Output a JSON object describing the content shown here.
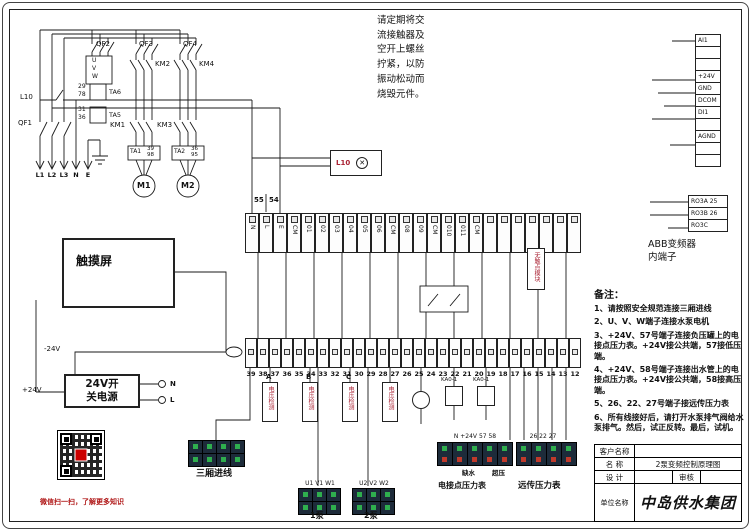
{
  "header_note": "请定期将交流接触器及空开上螺丝拧紧，以防振动松动而烧毁元件。",
  "circuit": {
    "qf1": "QF1",
    "qf2": "QF2",
    "qf3": "QF3",
    "qf4": "QF4",
    "km1": "KM1",
    "km2": "KM2",
    "km3": "KM3",
    "km4": "KM4",
    "ta6": {
      "n": "TA6",
      "a": "29",
      "b": "78"
    },
    "ta5": {
      "n": "TA5",
      "a": "31",
      "b": "36"
    },
    "ta1": {
      "n": "TA1",
      "a": "39",
      "b": "98"
    },
    "ta2": {
      "n": "TA2",
      "a": "36",
      "b": "95"
    },
    "l10": "L10",
    "lamp": "L10",
    "lamp_icon": "✕",
    "u": "U",
    "v": "V",
    "w": "W",
    "m1": "M1",
    "m2": "M2",
    "w55": "55",
    "w54": "54",
    "phases": [
      "L1",
      "L2",
      "L3",
      "N",
      "E"
    ]
  },
  "touchscreen_label": "触摸屏",
  "psu": {
    "l1": "24V开",
    "l2": "关电源",
    "n": "N",
    "l": "L",
    "neg": "-24V",
    "pos": "+24V"
  },
  "qr_caption": "微信扫一扫，了解更多知识",
  "incoming_label": "三厢进线",
  "pumps": {
    "g1": "U1 V1 W1",
    "g2": "U2 V2 W2",
    "n1": "1泵",
    "n2": "2泵"
  },
  "pressure": {
    "lt": "N +24V 57 58",
    "rt": "26 22 27",
    "low": "缺水",
    "high": "超压",
    "lname": "电接点压力表",
    "rname": "远传压力表"
  },
  "upper_strip": [
    "N",
    "L",
    "E",
    "CM",
    "01",
    "02",
    "03",
    "04",
    "05",
    "06",
    "CM",
    "08",
    "09",
    "CM",
    "010",
    "011",
    "CM",
    "",
    "",
    "",
    "",
    "",
    "",
    ""
  ],
  "lower_strip": [
    "39",
    "38",
    "37",
    "36",
    "35",
    "34",
    "33",
    "32",
    "31",
    "30",
    "29",
    "28",
    "27",
    "26",
    "25",
    "24",
    "23",
    "22",
    "21",
    "20",
    "19",
    "18",
    "17",
    "16",
    "15",
    "14",
    "13",
    "12"
  ],
  "detectors": [
    {
      "phase": "A",
      "text": "电压检测"
    },
    {
      "phase": "B",
      "text": "电压检测"
    },
    {
      "phase": "C",
      "text": "电压检测"
    },
    {
      "phase": "",
      "text": "电压检测"
    }
  ],
  "relays": {
    "k1": "KA0-1",
    "k2": "KA0-1"
  },
  "module_label": "无触点模块",
  "abb": {
    "title1": "ABB变频器",
    "title2": "内端子",
    "main": [
      "AI1",
      "",
      "",
      "+24V",
      "GND",
      "DCOM",
      "DI1",
      "",
      "AGND",
      "",
      ""
    ],
    "relay": [
      "RO3A 25",
      "RO3B 26",
      "RO3C"
    ]
  },
  "remarks": {
    "title": "备注：",
    "items": [
      "1、请按照安全规范连接三厢进线",
      "2、U、V、W端子连接水泵电机",
      "3、+24V、57号端子连接负压罐上的电接点压力表。+24V接公共端，57接低压端。",
      "4、+24V、58号端子连接出水管上的电接点压力表。+24V接公共端，58接高压端。",
      "5、26、22、27号端子接远传压力表",
      "6、所有线接好后，请打开水泵排气阀给水泵排气。然后，试正反转。最后，试机。"
    ]
  },
  "titleblock": {
    "customer_label": "客户名称",
    "customer": "",
    "name_label": "名 称",
    "name": "2泵变频控制原理图",
    "design_label": "设 计",
    "design": "",
    "review_label": "审核",
    "review": "",
    "unit_label": "单位名称",
    "unit": "中岛供水集团"
  }
}
